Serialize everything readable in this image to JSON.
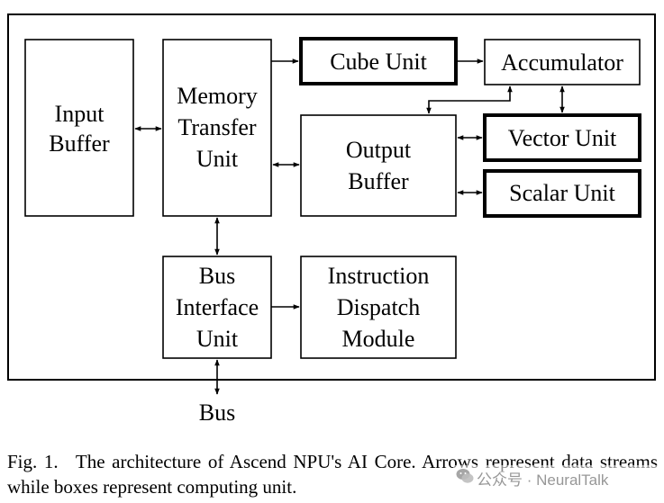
{
  "blocks": {
    "input_buffer": [
      "Input",
      "Buffer"
    ],
    "memory_transfer_unit": [
      "Memory",
      "Transfer",
      "Unit"
    ],
    "cube_unit": "Cube Unit",
    "accumulator": "Accumulator",
    "output_buffer": [
      "Output",
      "Buffer"
    ],
    "vector_unit": "Vector Unit",
    "scalar_unit": "Scalar Unit",
    "bus_interface_unit": [
      "Bus",
      "Interface",
      "Unit"
    ],
    "instruction_dispatch_module": [
      "Instruction",
      "Dispatch",
      "Module"
    ]
  },
  "external_label": "Bus",
  "caption": {
    "fig_label": "Fig. 1.",
    "text": "The architecture of Ascend NPU's AI Core. Arrows represent data streams while boxes represent computing unit."
  },
  "watermark": "公众号 · NeuralTalk"
}
